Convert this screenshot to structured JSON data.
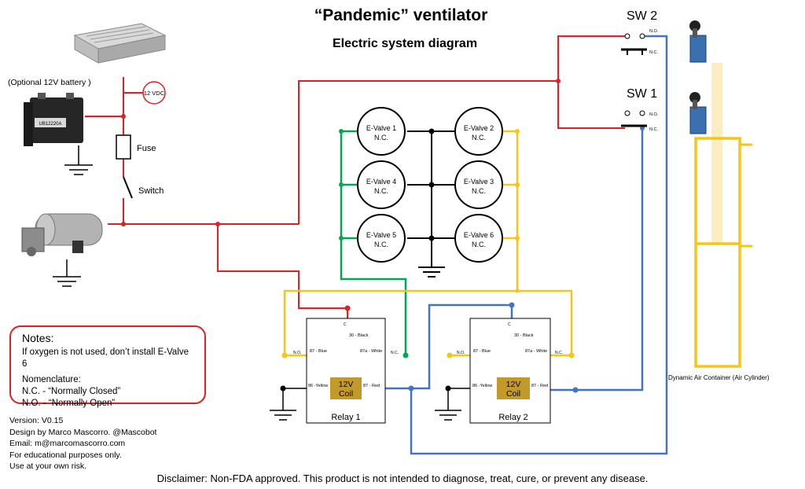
{
  "title": "“Pandemic” ventilator",
  "subtitle": "Electric system diagram",
  "power_supply": {
    "voltage_label": "12 VDC"
  },
  "battery": {
    "label": "(Optional 12V battery )",
    "brand_label": "UB12220A"
  },
  "fuse": {
    "label": "Fuse"
  },
  "switch": {
    "label": "Switch"
  },
  "valves": [
    {
      "name": "E-Valve 1",
      "state": "N.C."
    },
    {
      "name": "E-Valve 2",
      "state": "N.C."
    },
    {
      "name": "E-Valve 4",
      "state": "N.C."
    },
    {
      "name": "E-Valve 3",
      "state": "N.C."
    },
    {
      "name": "E-Valve 5",
      "state": "N.C."
    },
    {
      "name": "E-Valve 6",
      "state": "N.C."
    }
  ],
  "relays": [
    {
      "label": "Relay 1",
      "coil_top": "12V",
      "coil_bottom": "Coil",
      "pin30": "30 - Black",
      "pin87": "87 - Blue",
      "pin87a": "87a - White",
      "pin86": "86 -Yellow",
      "pin87r": "87 - Red",
      "no": "N.O.",
      "nc": "N.C.",
      "c": "C"
    },
    {
      "label": "Relay 2",
      "coil_top": "12V",
      "coil_bottom": "Coil",
      "pin30": "30 - Black",
      "pin87": "87 - Blue",
      "pin87a": "87a - White",
      "pin86": "86 -Yellow",
      "pin87r": "87 - Red",
      "no": "N.O.",
      "nc": "N.C.",
      "c": "C"
    }
  ],
  "switches": [
    {
      "label": "SW 2",
      "no": "N.O.",
      "nc": "N.C."
    },
    {
      "label": "SW 1",
      "no": "N.O.",
      "nc": "N.C."
    }
  ],
  "cylinder": {
    "label": "Dynamic Air Container (Air Cylinder)"
  },
  "notes": {
    "title": "Notes:",
    "line1": "If oxygen is not used, don’t install E-Valve 6",
    "line2": "Nomenclature:",
    "line3": "N.C. - “Normally Closed”",
    "line4": "N.O. - “Normally Open”"
  },
  "credits": {
    "version": "Version: V0.15",
    "design": "Design by Marco Mascorro. @Mascobot",
    "email": "Email: m@marcomascorro.com",
    "edu": "For educational purposes only.",
    "risk": "Use at your own risk."
  },
  "disclaimer": "Disclaimer: Non-FDA approved. This product is not intended to diagnose, treat, cure, or prevent any disease.",
  "colors": {
    "power": "#e01f26",
    "signal": "#4472c4",
    "ground_bus": "#000000",
    "green": "#00a651",
    "yellow": "#f5c518",
    "coil": "#c19a2a"
  }
}
